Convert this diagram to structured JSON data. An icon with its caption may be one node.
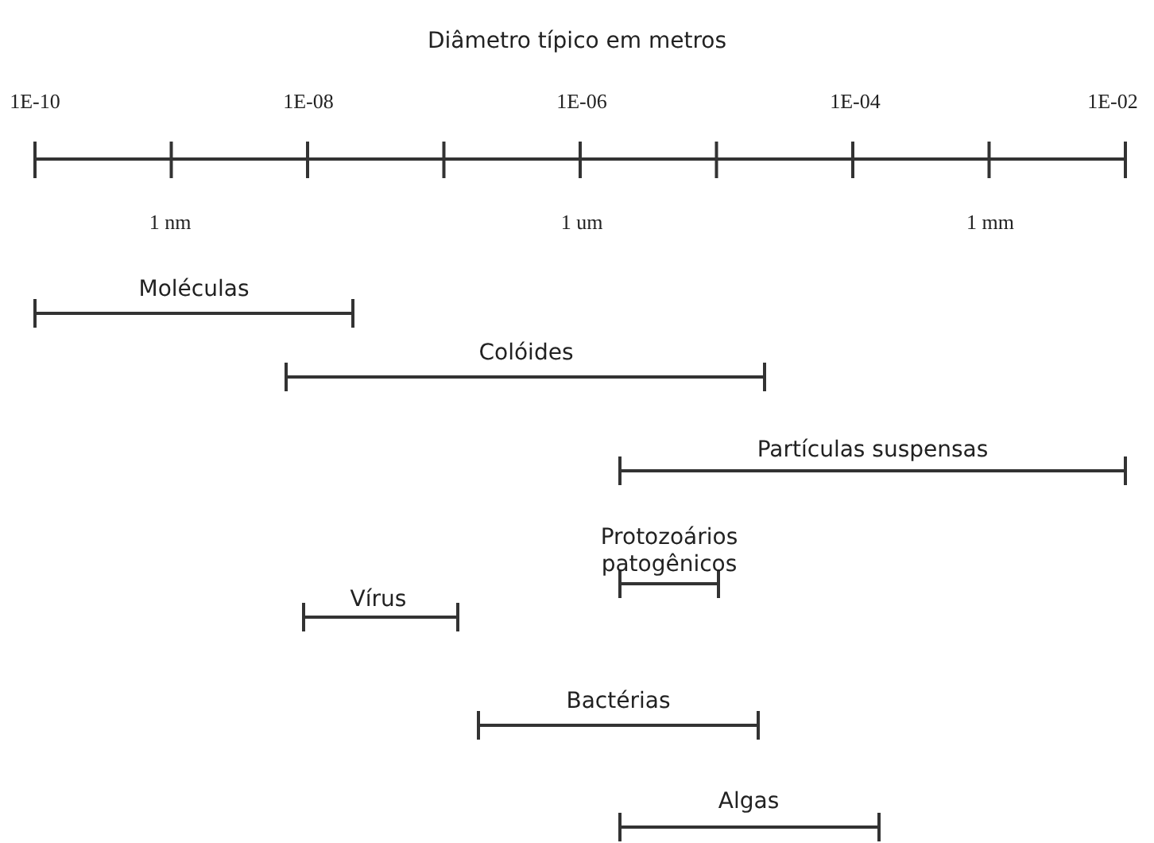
{
  "diagram": {
    "title": "Diâmetro típico em metros",
    "labels": [
      "1E-10",
      "1E-08",
      "1E-06",
      "1E-04",
      "1E-02",
      "1 nm",
      "1 um",
      "1 mm",
      "Moléculas",
      "Colóides",
      "Partículas suspensas",
      "Protozoários patogênicos",
      "Vírus",
      "Bactérias",
      "Algas"
    ]
  }
}
